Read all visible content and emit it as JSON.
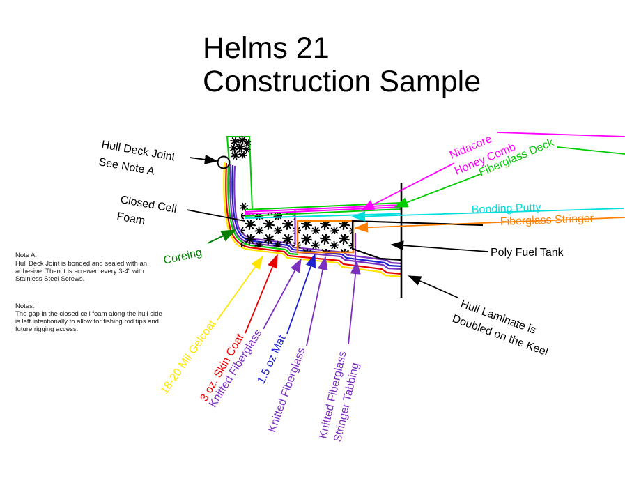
{
  "title": {
    "line1": "Helms 21",
    "line2": "Construction Sample"
  },
  "notes": {
    "note_a": {
      "heading": "Note A:",
      "lines": [
        "Hull Deck Joint is bonded and sealed  with an",
        "adhesive.  Then it is screwed every 3-4\"  with",
        "Stainless Steel Screws."
      ]
    },
    "general": {
      "heading": "Notes:",
      "lines": [
        "The gap in the closed cell foam along the hull side",
        "is left intentionally to allow for fishing rod tips and",
        "future rigging access."
      ]
    }
  },
  "labels": {
    "hull_deck_joint": {
      "line1": "Hull Deck Joint",
      "line2": "See Note A",
      "color": "#000000"
    },
    "closed_cell_foam": {
      "line1": "Closed Cell",
      "line2": "Foam",
      "color": "#000000"
    },
    "coreing": {
      "text": "Coreing",
      "color": "#007F00"
    },
    "nidacore": {
      "line1": "Nidacore",
      "line2": "Honey Comb",
      "color": "#FF00FF"
    },
    "fiberglass_deck": {
      "text": "Fiberglass Deck",
      "color": "#00CC00"
    },
    "bonding_putty": {
      "text": "Bonding Putty",
      "color": "#00DDDD"
    },
    "fiberglass_stringer": {
      "text": "Fiberglass Stringer",
      "color": "#FF8000"
    },
    "poly_fuel_tank": {
      "text": "Poly Fuel Tank",
      "color": "#000000"
    },
    "hull_laminate": {
      "line1": "Hull Laminate is",
      "line2": "Doubled on the Keel",
      "color": "#000000"
    },
    "gelcoat": {
      "text": "18-20 Mil Gelcoat",
      "color": "#FFE500"
    },
    "skin_coat": {
      "text": "3 oz. Skin Coat",
      "color": "#E80000"
    },
    "knitted_fiberglass_1": {
      "text": "Knitted Fiberglass",
      "color": "#7D2FC0"
    },
    "mat": {
      "text": "1.5 oz Mat",
      "color": "#1F1FD0"
    },
    "knitted_fiberglass_2": {
      "text": "Knitted Fiberglass",
      "color": "#7D2FC0"
    },
    "stringer_tabbing": {
      "line1": "Knitted Fiberglass",
      "line2": "Stringer Tabbing",
      "color": "#7D2FC0"
    }
  },
  "diagram_colors": {
    "gelcoat_layer": "#FFE500",
    "skin_coat_layer": "#E80000",
    "core_outline": "#00CC00",
    "knitted_fiberglass_layer": "#7D2FC0",
    "mat_layer": "#1F1FD0",
    "nidacore_layer": "#FF00FF",
    "bonding_putty_layer": "#00DDDD",
    "stringer_outline": "#FF8000",
    "structure": "#000000"
  }
}
